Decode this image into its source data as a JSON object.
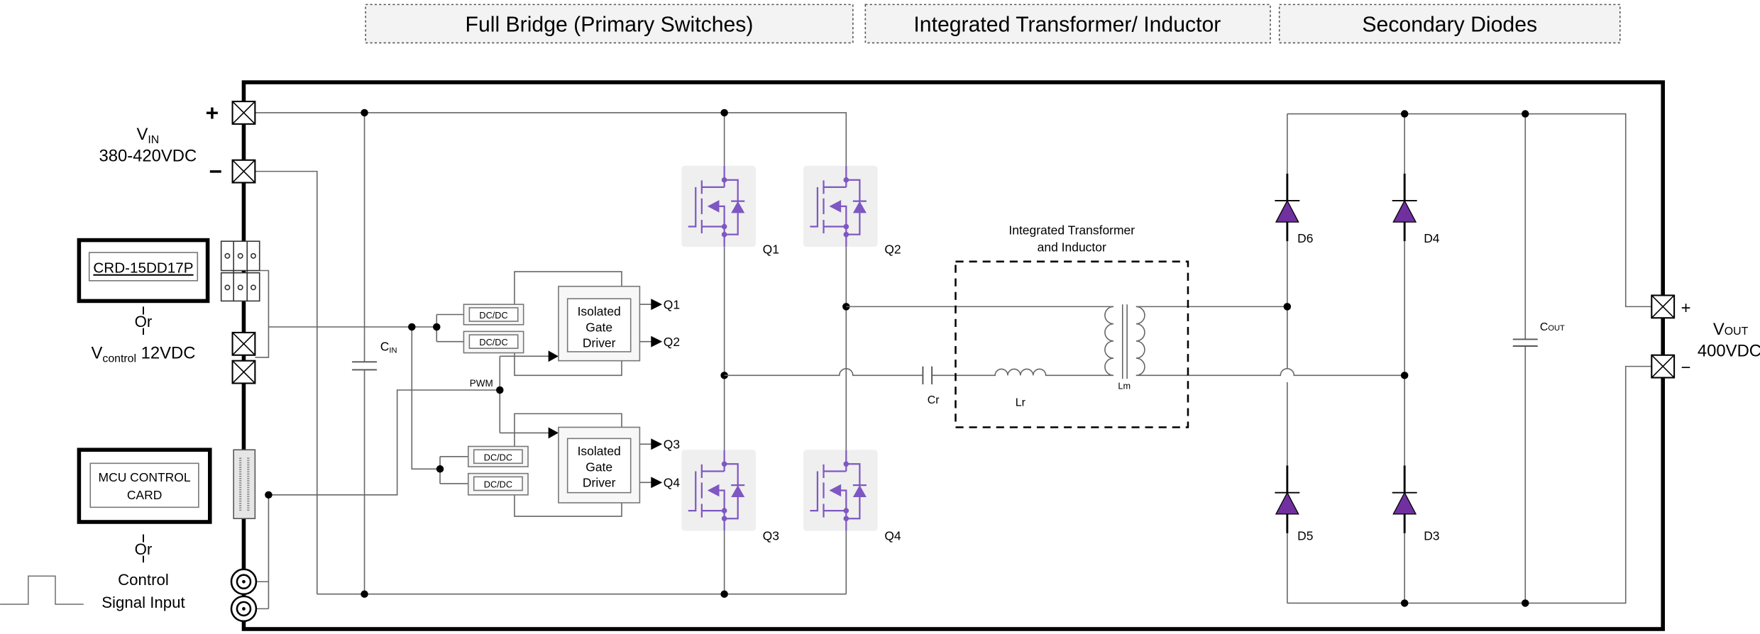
{
  "headers": {
    "full_bridge": "Full Bridge (Primary Switches)",
    "transformer": "Integrated Transformer/ Inductor",
    "secondary": "Secondary Diodes"
  },
  "input": {
    "vin_main": "V",
    "vin_sub": "IN",
    "vin_range": "380-420VDC",
    "plus": "+",
    "minus": "−"
  },
  "control_power": {
    "card": "CRD-15DD17P",
    "or": "Or",
    "vcontrol_main": "V",
    "vcontrol_sub": "control",
    "vcontrol_value": " 12VDC"
  },
  "control_signal": {
    "card_line1": "MCU CONTROL",
    "card_line2": "CARD",
    "or": "Or",
    "line1": "Control",
    "line2": "Signal Input"
  },
  "primary": {
    "cin_main": "C",
    "cin_sub": "IN",
    "dcdc": "DC/DC",
    "pwm": "PWM",
    "driver": [
      "Isolated",
      "Gate",
      "Driver"
    ],
    "outputs": [
      "Q1",
      "Q2",
      "Q3",
      "Q4"
    ],
    "switches": [
      "Q1",
      "Q2",
      "Q3",
      "Q4"
    ]
  },
  "tank": {
    "title": [
      "Integrated Transformer",
      "and Inductor"
    ],
    "cr": "Cr",
    "lr": "Lr",
    "lm": "Lm"
  },
  "secondary": {
    "diodes": [
      "D6",
      "D4",
      "D5",
      "D3"
    ],
    "cout_main": "C",
    "cout_sub": "OUT"
  },
  "output": {
    "vout_main": "V",
    "vout_sub": "OUT",
    "vout_value": "400VDC",
    "plus": "+",
    "minus": "−"
  },
  "colors": {
    "switch": "#7e57c2",
    "diode": "#7030a0",
    "switch_bg": "#efefef"
  }
}
